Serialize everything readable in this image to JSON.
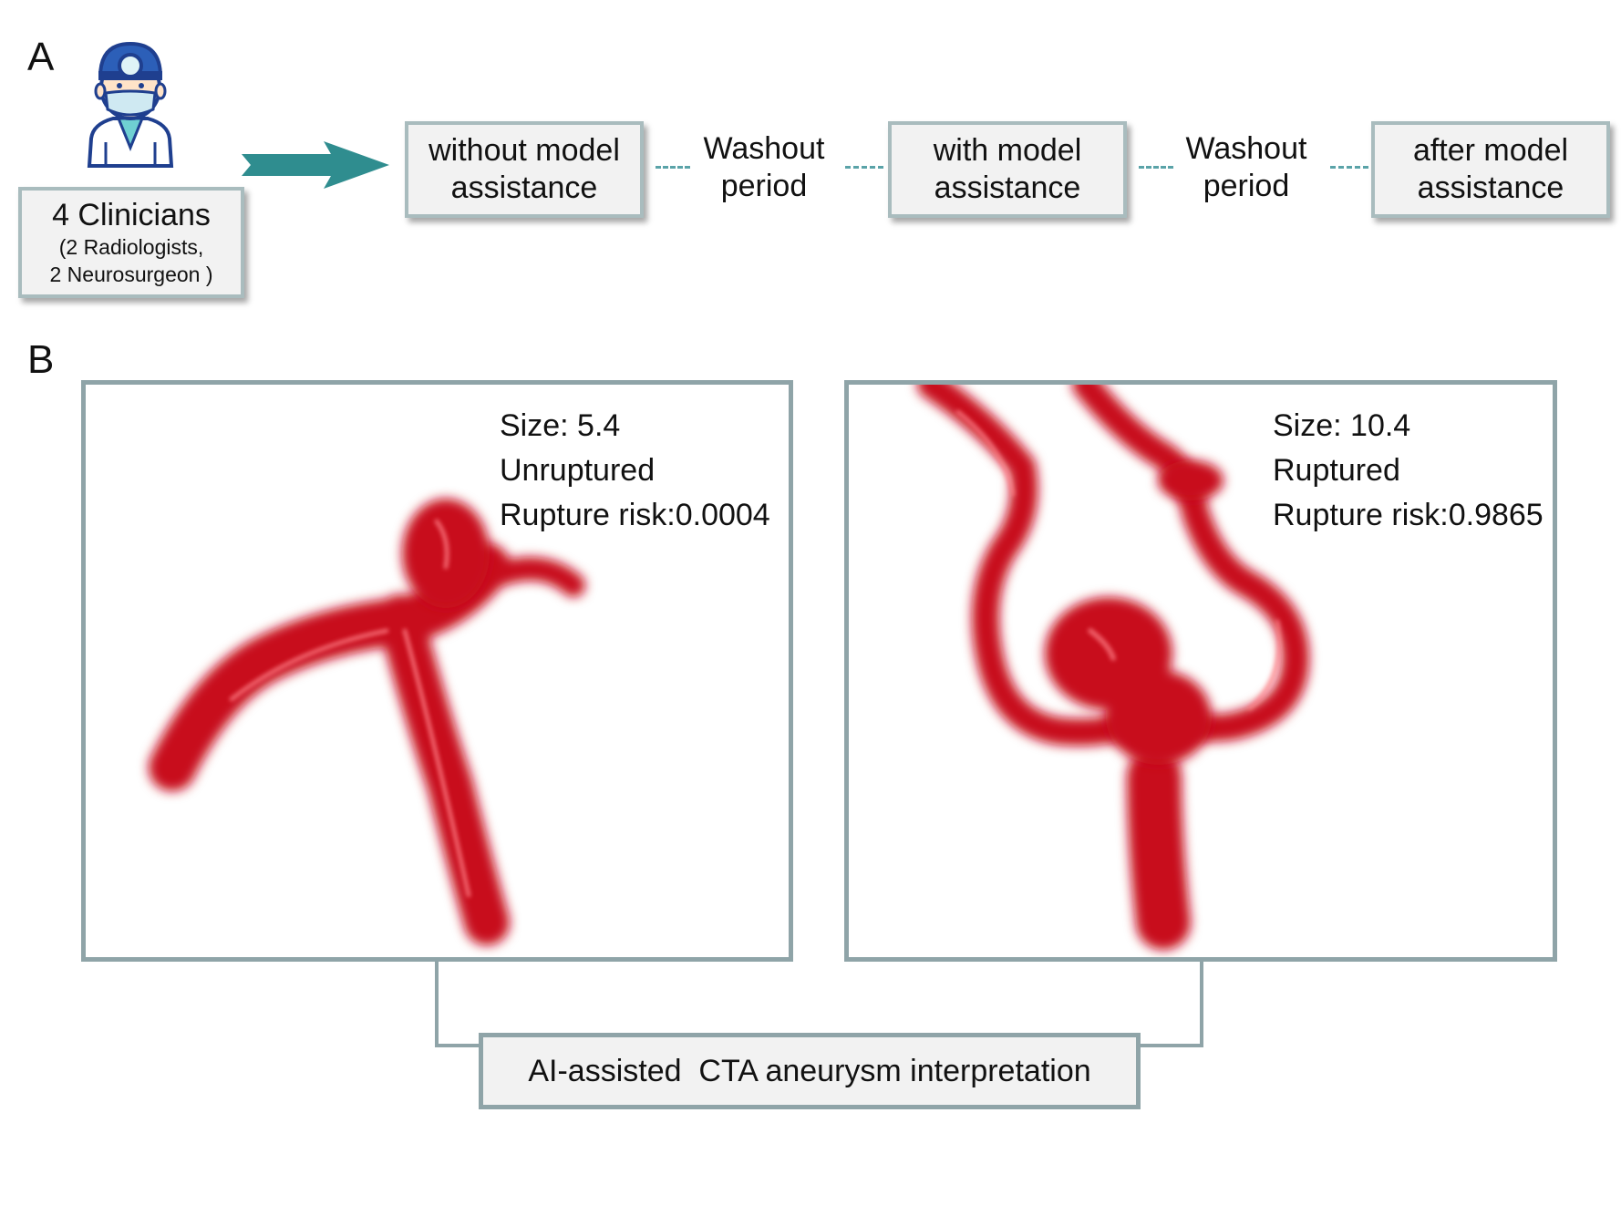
{
  "panel_a": {
    "letter": "A",
    "clinicians": {
      "title": "4 Clinicians",
      "subtitle": "(2 Radiologists,\n2 Neurosurgeon )"
    },
    "steps": [
      {
        "label": "without model\nassistance"
      },
      {
        "label": "with model\nassistance"
      },
      {
        "label": "after model\nassistance"
      }
    ],
    "washouts": [
      {
        "label": "Washout\nperiod"
      },
      {
        "label": "Washout\nperiod"
      }
    ]
  },
  "panel_b": {
    "letter": "B",
    "cases": [
      {
        "size": "Size: 5.4",
        "status": "Unruptured",
        "risk": "Rupture risk:0.0004"
      },
      {
        "size": "Size: 10.4",
        "status": "Ruptured",
        "risk": "Rupture risk:0.9865"
      }
    ],
    "footer": "AI-assisted  CTA aneurysm interpretation"
  },
  "colors": {
    "arrow": "#2f8d8f",
    "box_border": "#a9bcbe",
    "frame_border": "#8fa4a8",
    "vessel": "#d0101a"
  },
  "icons": [
    "doctor-icon",
    "right-arrow-icon"
  ]
}
